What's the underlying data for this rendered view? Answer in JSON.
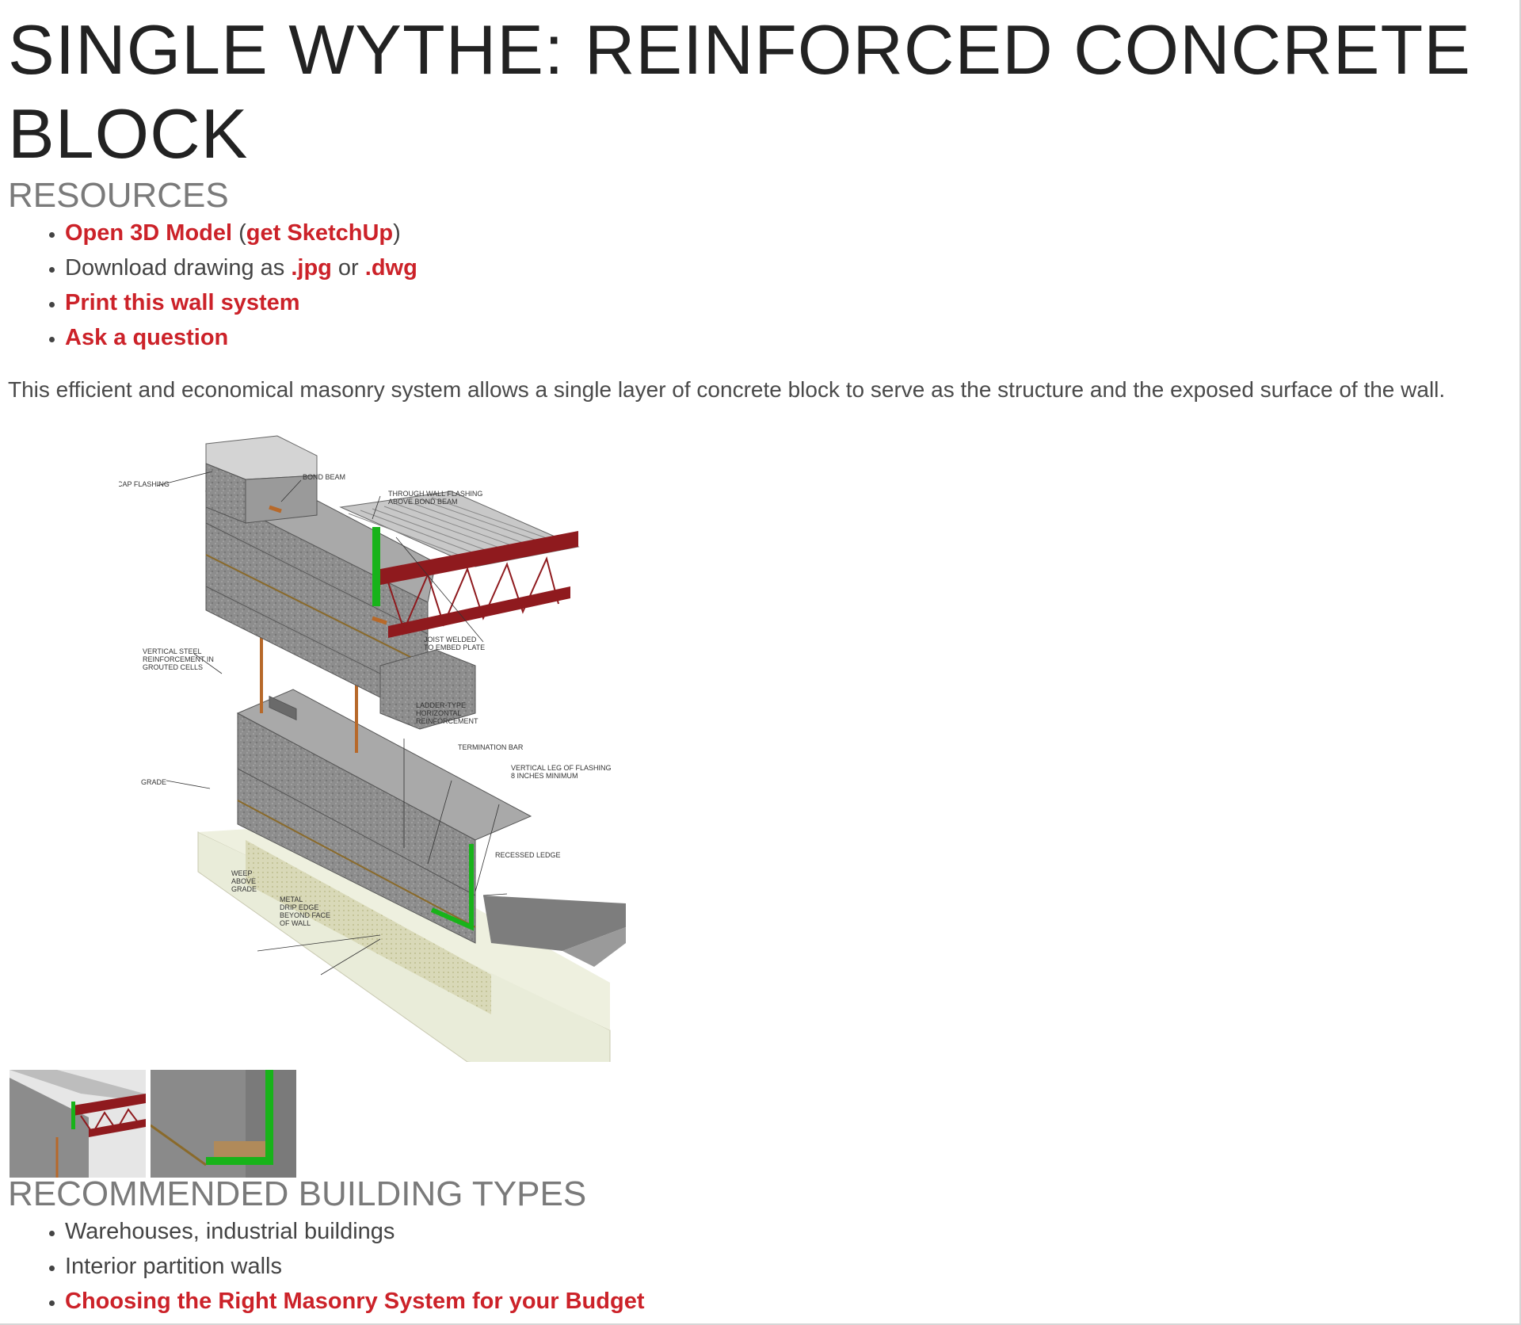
{
  "page": {
    "title_line1": "SINGLE WYTHE: REINFORCED CONCRETE",
    "title_line2": "BLOCK"
  },
  "resources": {
    "heading": "RESOURCES",
    "open_model": "Open 3D Model",
    "get_sketchup": "get SketchUp",
    "paren_open": " (",
    "paren_close": ")",
    "download_prefix": "Download drawing as ",
    "jpg": ".jpg",
    "or": " or ",
    "dwg": ".dwg",
    "print": "Print this wall system",
    "ask": "Ask a question"
  },
  "intro": "This efficient and economical masonry system allows a single layer of concrete block to serve as the structure and the exposed surface of the wall.",
  "drawing": {
    "labels": {
      "cap_flashing": "CAP FLASHING",
      "bond_beam": "BOND BEAM",
      "through_wall_1": "THROUGH WALL FLASHING",
      "through_wall_2": "ABOVE BOND BEAM",
      "joist_1": "JOIST WELDED",
      "joist_2": "TO EMBED PLATE",
      "vertical_steel_1": "VERTICAL STEEL",
      "vertical_steel_2": "REINFORCEMENT IN",
      "vertical_steel_3": "GROUTED CELLS",
      "ladder_1": "LADDER-TYPE",
      "ladder_2": "HORIZONTAL",
      "ladder_3": "REINFORCEMENT",
      "termination_bar": "TERMINATION BAR",
      "vertical_leg_1": "VERTICAL LEG OF FLASHING",
      "vertical_leg_2": "8 INCHES MINIMUM",
      "grade": "GRADE",
      "recessed_ledge": "RECESSED LEDGE",
      "weep_1": "WEEP",
      "weep_2": "ABOVE",
      "weep_3": "GRADE",
      "drip_1": "METAL",
      "drip_2": "DRIP EDGE",
      "drip_3": "BEYOND FACE",
      "drip_4": "OF WALL"
    }
  },
  "building_types": {
    "heading": "RECOMMENDED BUILDING TYPES",
    "items": [
      "Warehouses, industrial buildings",
      "Interior partition walls"
    ],
    "link": "Choosing the Right Masonry System for your Budget"
  },
  "colors": {
    "link_red": "#cc2229",
    "heading_gray": "#7a7a7a",
    "title_dark": "#222222",
    "flashing_green": "#18b31a",
    "steel_red": "#8f1a1e"
  }
}
